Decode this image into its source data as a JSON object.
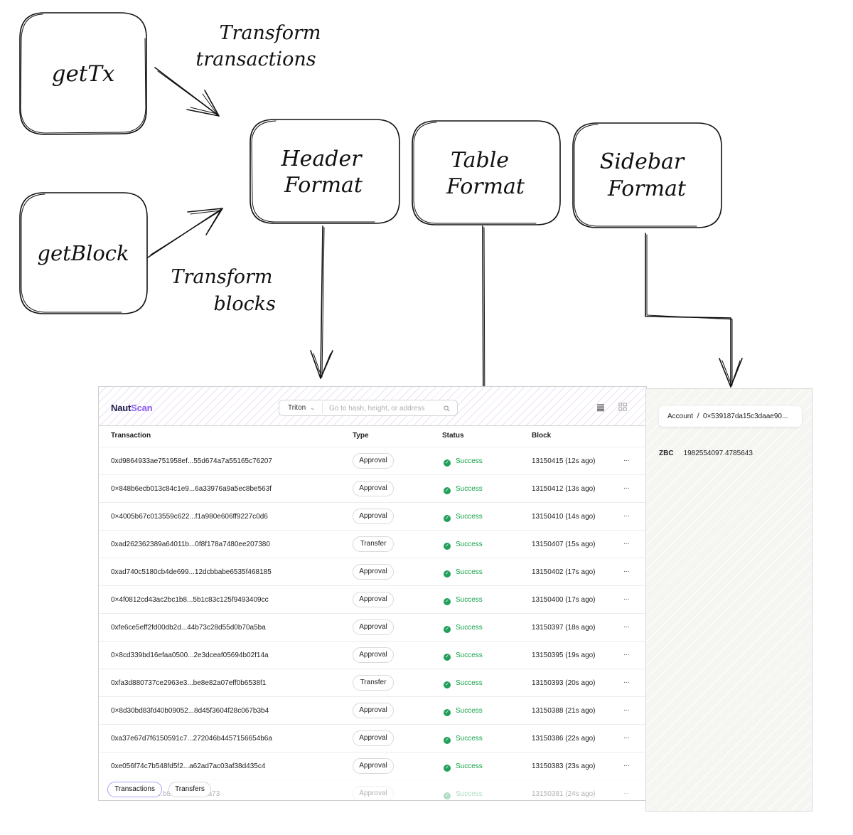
{
  "diagram": {
    "nodes": {
      "get_tx": "getTx",
      "get_block": "getBlock",
      "header_format": [
        "Header",
        "Format"
      ],
      "table_format": [
        "Table",
        "Format"
      ],
      "sidebar_format": [
        "Sidebar",
        "Format"
      ]
    },
    "edge_labels": {
      "transform_transactions": [
        "Transform",
        "transactions"
      ],
      "transform_blocks": [
        "Transform",
        "blocks"
      ]
    }
  },
  "explorer": {
    "logo_part1": "Naut",
    "logo_part2": "Scan",
    "network": "Triton",
    "search_placeholder": "Go to hash, height, or address",
    "columns": [
      "Transaction",
      "Type",
      "Status",
      "Block"
    ],
    "rows": [
      {
        "hash": "0xd9864933ae751958ef...55d674a7a55165c76207",
        "type": "Approval",
        "status": "Success",
        "block": "13150415 (12s ago)"
      },
      {
        "hash": "0×848b6ecb013c84c1e9...6a33976a9a5ec8be563f",
        "type": "Approval",
        "status": "Success",
        "block": "13150412 (13s ago)"
      },
      {
        "hash": "0×4005b67c013559c622...f1a980e606ff9227c0d6",
        "type": "Approval",
        "status": "Success",
        "block": "13150410 (14s ago)"
      },
      {
        "hash": "0xad262362389a64011b...0f8f178a7480ee207380",
        "type": "Transfer",
        "status": "Success",
        "block": "13150407 (15s ago)"
      },
      {
        "hash": "0xad740c5180cb4de699...12dcbbabe6535f468185",
        "type": "Approval",
        "status": "Success",
        "block": "13150402 (17s ago)"
      },
      {
        "hash": "0×4f0812cd43ac2bc1b8...5b1c83c125f9493409cc",
        "type": "Approval",
        "status": "Success",
        "block": "13150400 (17s ago)"
      },
      {
        "hash": "0xfe6ce5eff2fd00db2d...44b73c28d55d0b70a5ba",
        "type": "Approval",
        "status": "Success",
        "block": "13150397 (18s ago)"
      },
      {
        "hash": "0×8cd339bd16efaa0500...2e3dceaf05694b02f14a",
        "type": "Approval",
        "status": "Success",
        "block": "13150395 (19s ago)"
      },
      {
        "hash": "0xfa3d880737ce2963e3...be8e82a07eff0b6538f1",
        "type": "Transfer",
        "status": "Success",
        "block": "13150393 (20s ago)"
      },
      {
        "hash": "0×8d30bd83fd40b09052...8d45f3604f28c067b3b4",
        "type": "Approval",
        "status": "Success",
        "block": "13150388 (21s ago)"
      },
      {
        "hash": "0xa37e67d7f6150591c7...272046b4457156654b6a",
        "type": "Approval",
        "status": "Success",
        "block": "13150386 (22s ago)"
      },
      {
        "hash": "0xe056f74c7b548fd5f2...a62ad7ac03af38d435c4",
        "type": "Approval",
        "status": "Success",
        "block": "13150383 (23s ago)"
      },
      {
        "hash": "0x81a9e1cc7c...b81a98f50effaa73",
        "type": "Approval",
        "status": "Success",
        "block": "13150381 (24s ago)"
      }
    ],
    "more_label": "...",
    "tabs": [
      "Transactions",
      "Transfers"
    ]
  },
  "sidebar": {
    "account_label": "Account",
    "account_separator": "/",
    "account_value": "0×539187da15c3daae90...",
    "balance_token": "ZBC",
    "balance_value": "1982554097.4785643"
  }
}
